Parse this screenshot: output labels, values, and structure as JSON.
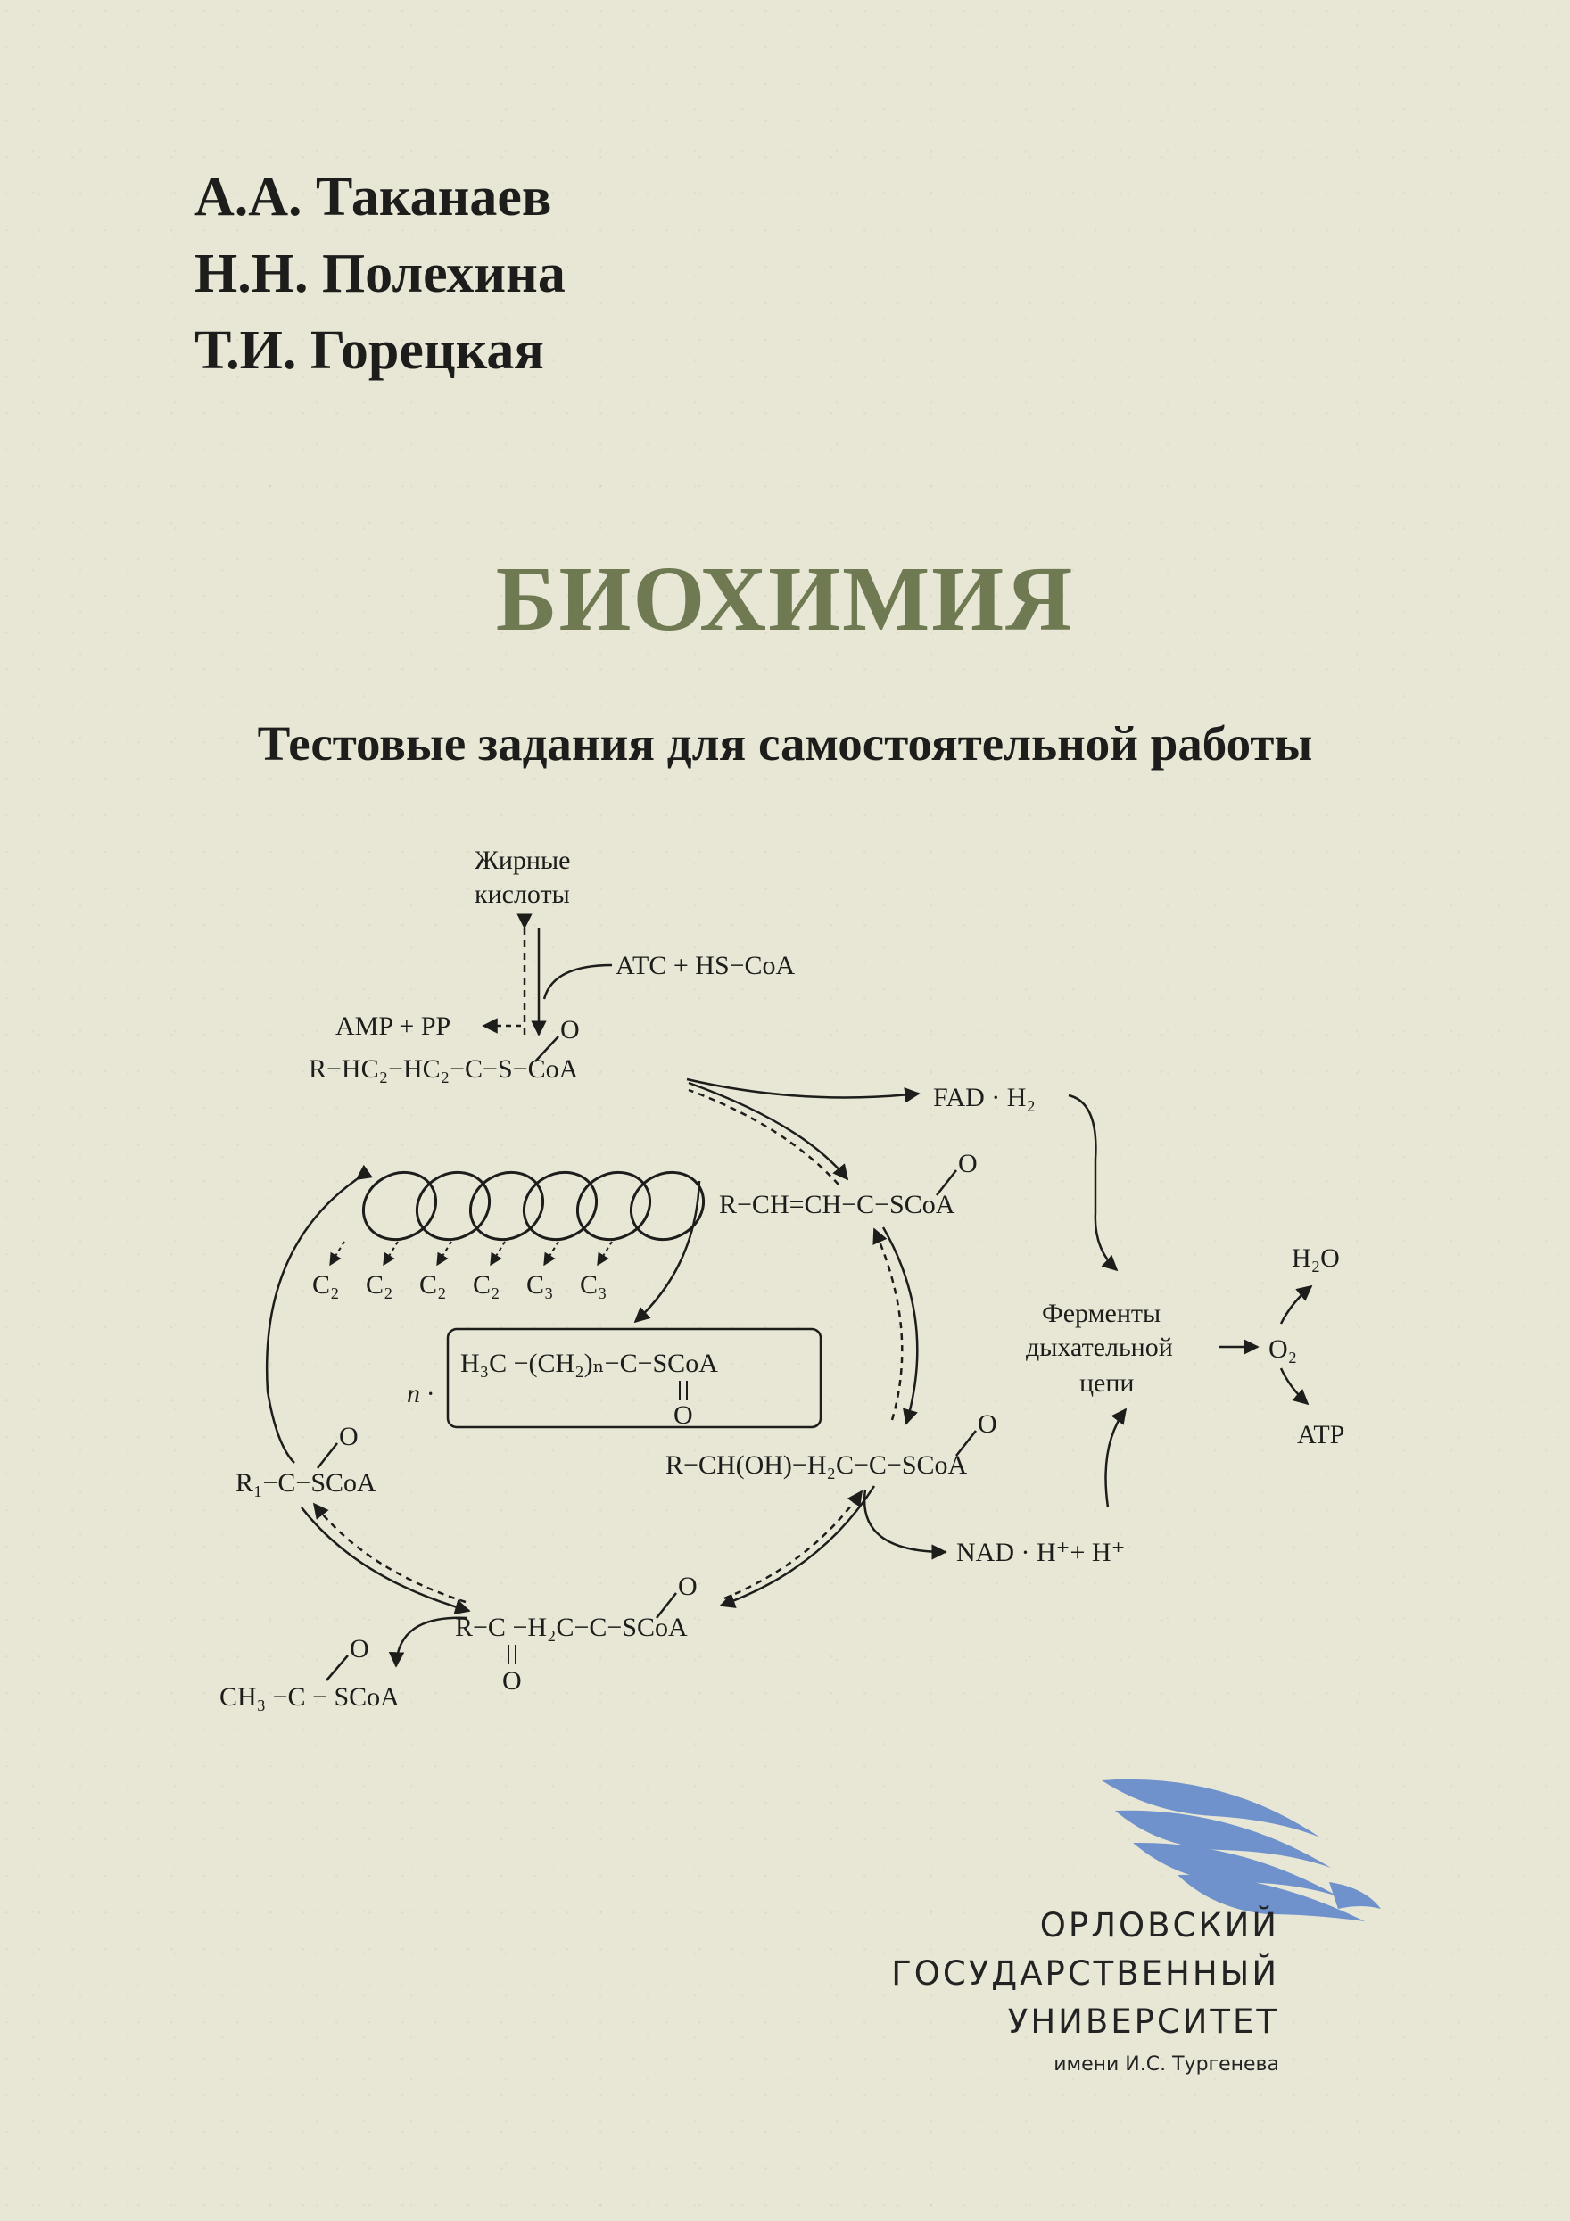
{
  "authors": [
    "А.А. Таканаев",
    "Н.Н. Полехина",
    "Т.И. Горецкая"
  ],
  "title": "БИОХИМИЯ",
  "subtitle": "Тестовые задания для самостоятельной работы",
  "scheme": {
    "fatty_acids_1": "Жирные",
    "fatty_acids_2": "кислоты",
    "atp_coa": "АТС + HS−CoA",
    "amp_pp": "AMP + PP",
    "acyl_coa": "R−HC₂−HC₂−C−S−CoA",
    "fad": "FAD · H₂",
    "enoyl": "R−CH=CH−C−SCoA",
    "c2": "C₂",
    "c3": "C₃",
    "box_formula": "H₃C −(CH₂)ₙ−C−SCoA",
    "n_prefix": "n ·",
    "r1_coa": "R₁−C−SCoA",
    "hydroxyacyl": "R−CH(OH)−H₂C−C−SCoA",
    "nad": "NAD · H⁺+ H⁺",
    "ketoacyl": "R−C −H₂C−C−SCoA",
    "acetyl": "CH₃ −C − SCoA",
    "o_atom": "O",
    "enzymes_1": "Ферменты",
    "enzymes_2": "дыхательной",
    "enzymes_3": "цепи",
    "o2": "O₂",
    "h2o": "H₂O",
    "atp": "ATP"
  },
  "university": {
    "line1": "ОРЛОВСКИЙ",
    "line2": "ГОСУДАРСТВЕННЫЙ",
    "line3": "УНИВЕРСИТЕТ",
    "line4": "имени И.С. Тургенева"
  },
  "colors": {
    "title": "#6f7a52",
    "logo": "#6f92cc",
    "paper": "#e8e7d6"
  }
}
